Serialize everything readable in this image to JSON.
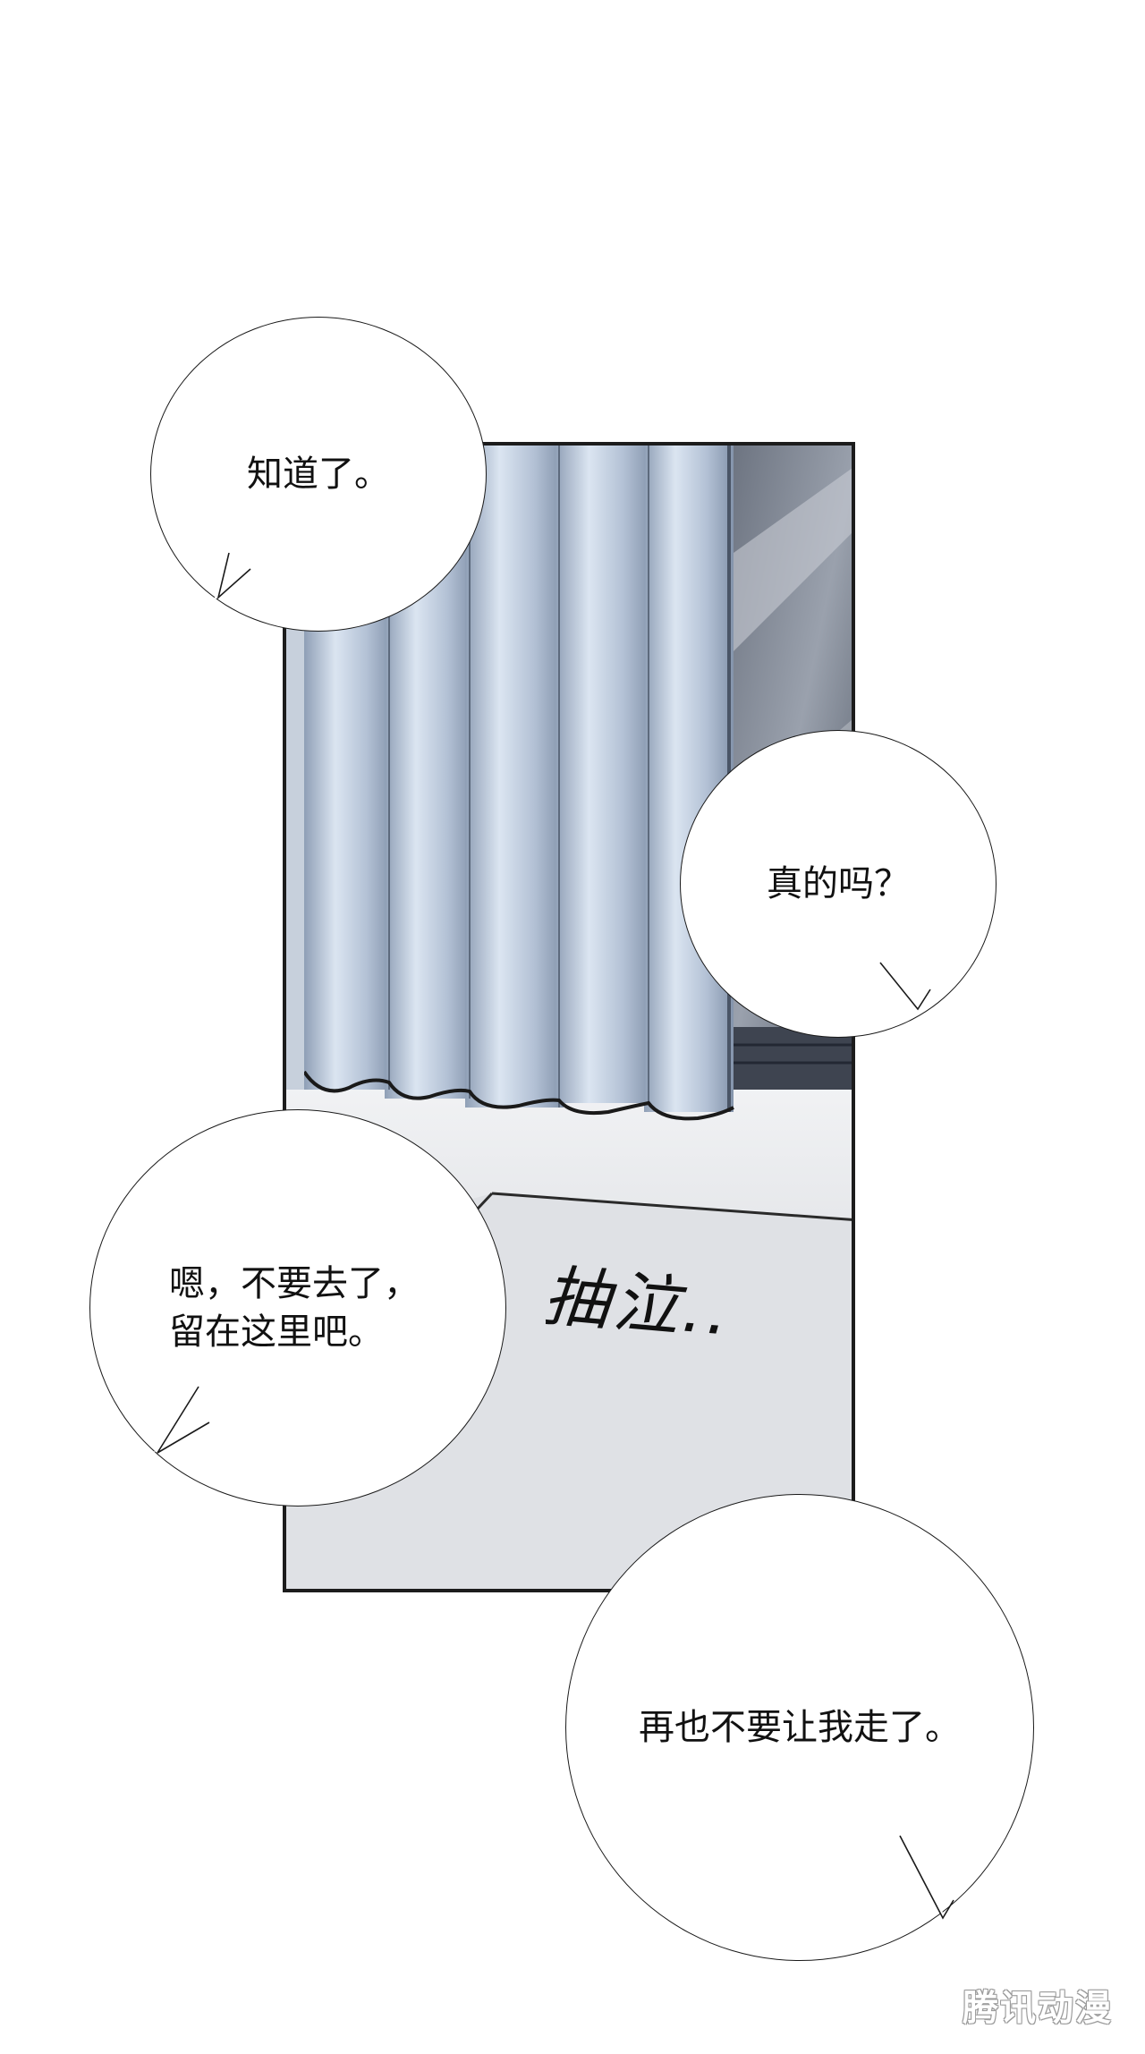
{
  "bubbles": {
    "b1": "知道了。",
    "b2": "真的吗？",
    "b3": "嗯，不要去了，\n留在这里吧。",
    "b4": "再也不要让我走了。"
  },
  "sfx": "抽泣..",
  "watermark": "腾讯动漫"
}
